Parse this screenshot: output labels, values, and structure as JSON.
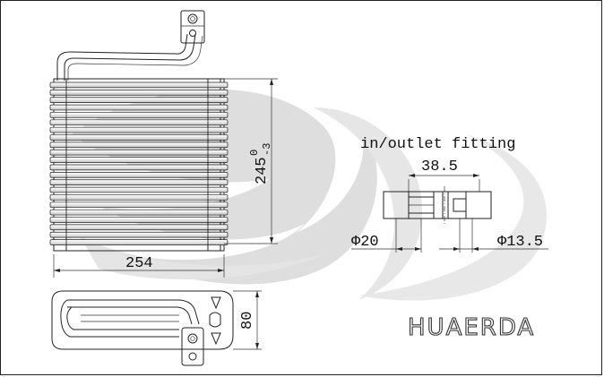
{
  "labels": {
    "fitting_title": "in/outlet fitting",
    "fitting_width": "38.5",
    "diameter_large": "Φ20",
    "diameter_small": "Φ13.5",
    "width": "254",
    "height_main": "245",
    "height_tol_upper": "0",
    "height_tol_lower": "-3",
    "depth": "80",
    "brand": "HUAERDA"
  },
  "colors": {
    "line": "#222222",
    "watermark": "#bdbdbd",
    "hatch": "#444444"
  }
}
